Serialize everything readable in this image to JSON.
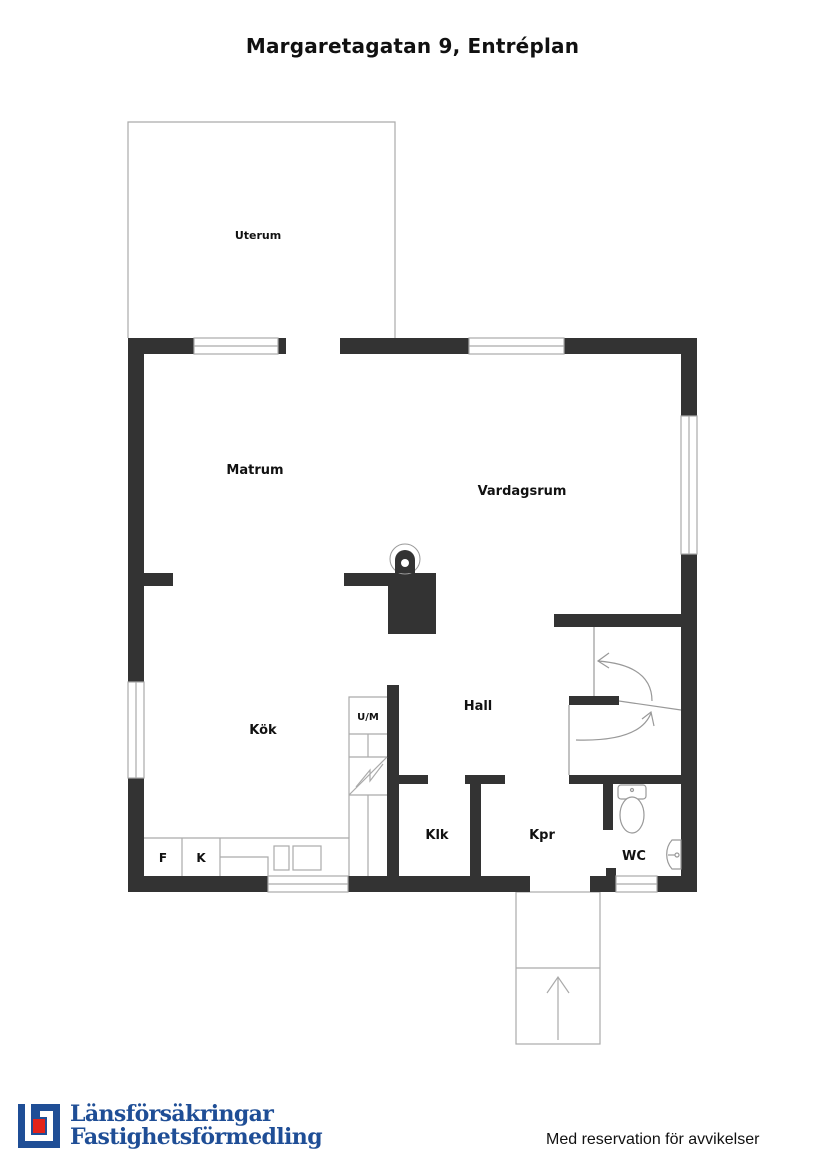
{
  "header": {
    "title": "Margaretagatan 9, Entréplan"
  },
  "floorplan": {
    "colors": {
      "wall": "#333333",
      "line": "#aaaaaa",
      "background": "#ffffff"
    },
    "rooms": [
      {
        "id": "uterum",
        "label": "Uterum"
      },
      {
        "id": "matrum",
        "label": "Matrum"
      },
      {
        "id": "vardagsrum",
        "label": "Vardagsrum"
      },
      {
        "id": "kok",
        "label": "Kök"
      },
      {
        "id": "hall",
        "label": "Hall"
      },
      {
        "id": "klk",
        "label": "Klk"
      },
      {
        "id": "kpr",
        "label": "Kpr"
      },
      {
        "id": "wc",
        "label": "WC"
      }
    ],
    "fixtures": {
      "fridge": "F",
      "freezer": "K",
      "washer_dryer": "U/M"
    }
  },
  "footer": {
    "logo": {
      "line1": "Länsförsäkringar",
      "line2": "Fastighetsförmedling",
      "brand_blue": "#1f4e96",
      "brand_red": "#e2231a"
    },
    "disclaimer": "Med reservation för avvikelser"
  }
}
